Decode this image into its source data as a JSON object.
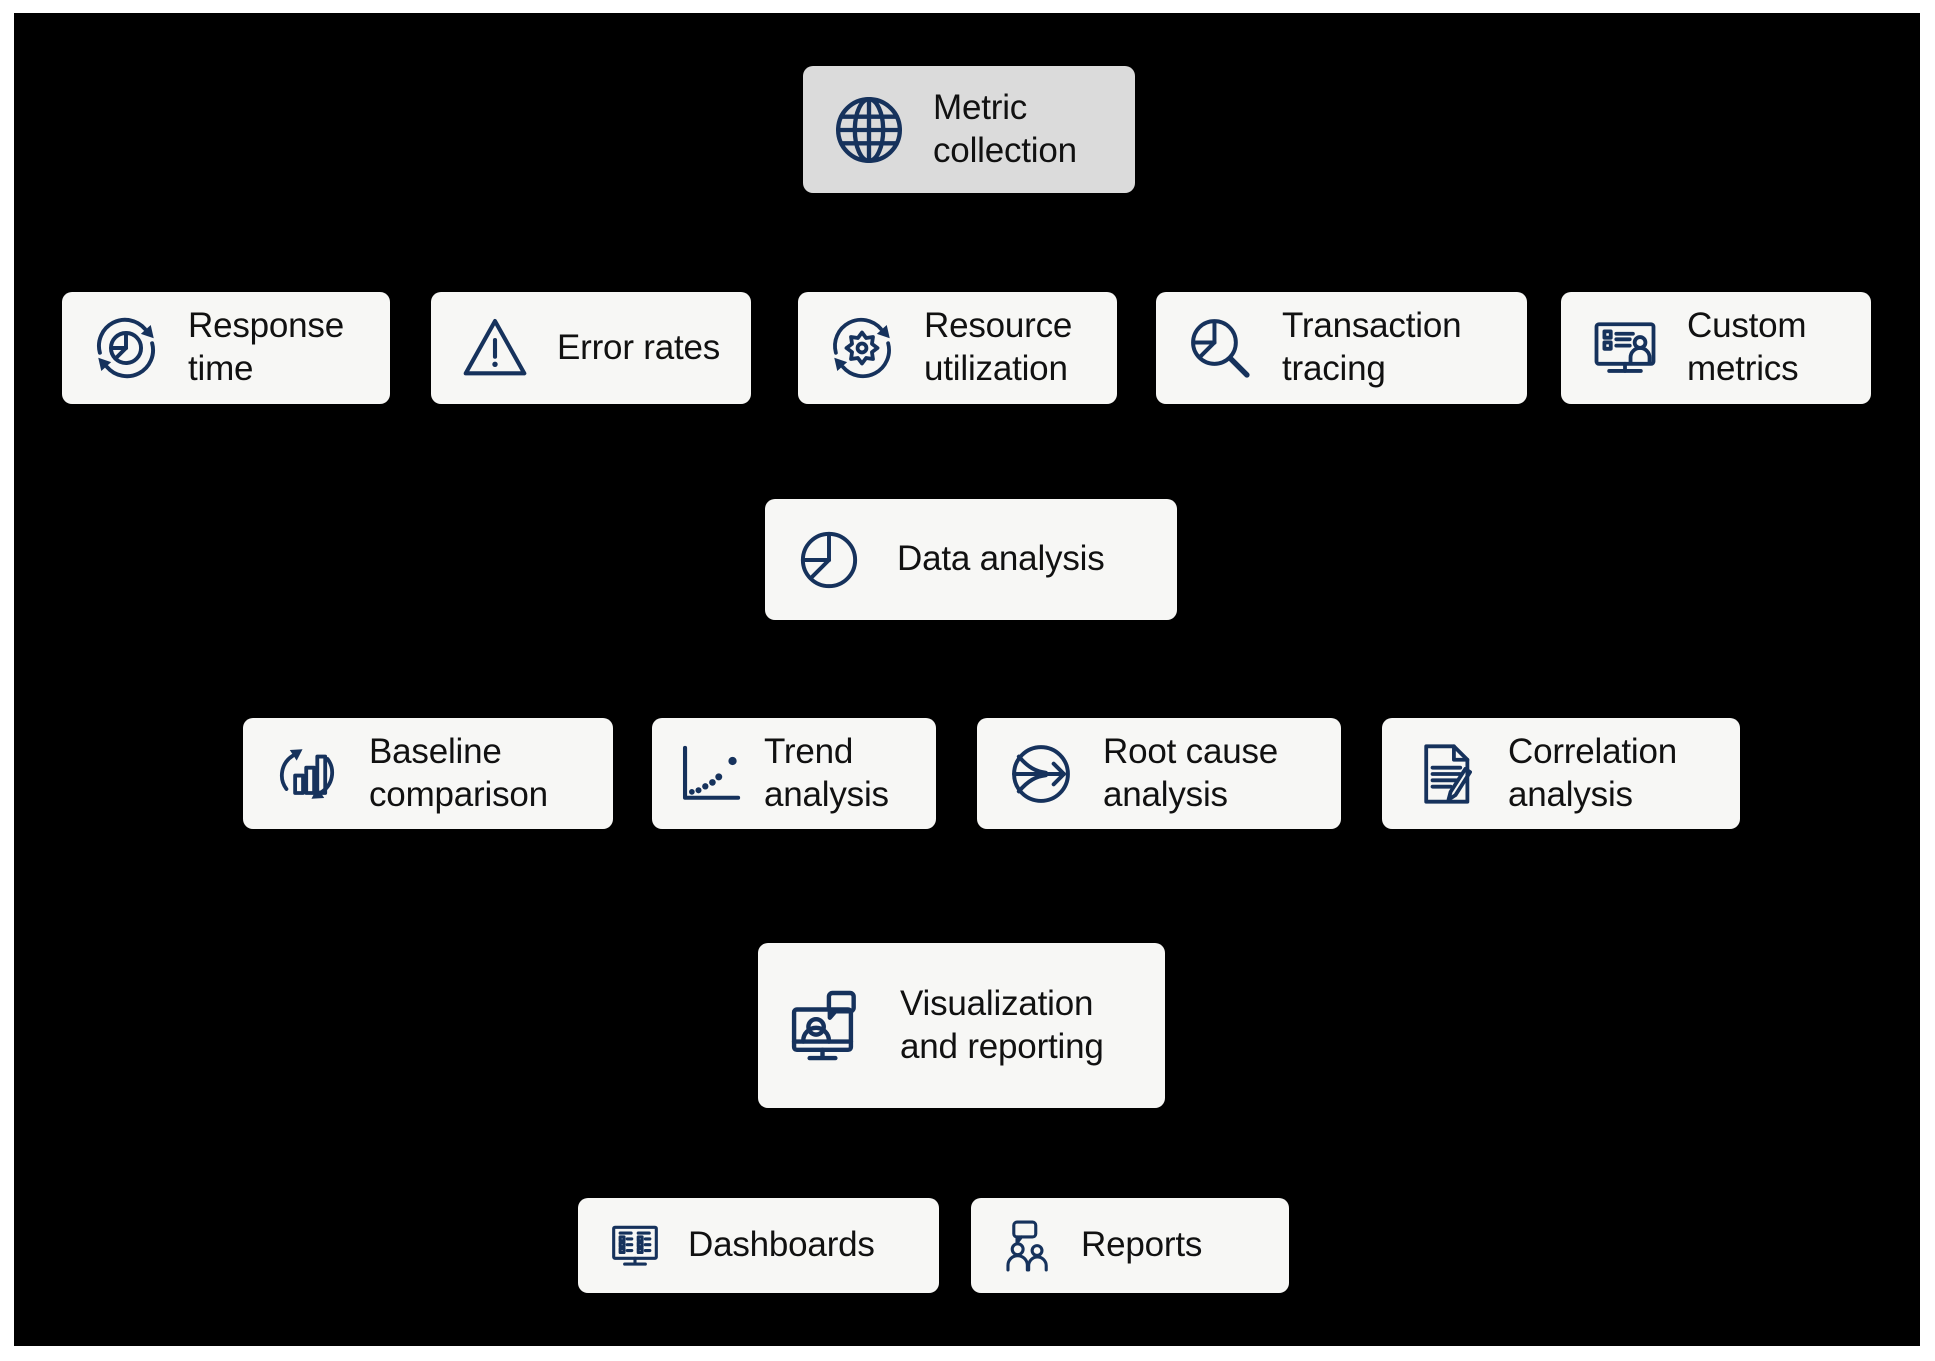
{
  "colors": {
    "background": "#000000",
    "frame": "#ffffff",
    "node_bg": "#f7f7f5",
    "root_node_bg": "#dbdbdb",
    "icon": "#16325c",
    "label": "#111111"
  },
  "nodes": {
    "metric_collection": {
      "label": "Metric collection",
      "icon": "globe-icon"
    },
    "response_time": {
      "label": "Response time",
      "icon": "sync-pie-icon"
    },
    "error_rates": {
      "label": "Error rates",
      "icon": "warning-triangle-icon"
    },
    "resource_utilization": {
      "label": "Resource utilization",
      "icon": "sync-gear-icon"
    },
    "transaction_tracing": {
      "label": "Transaction tracing",
      "icon": "magnifier-pie-icon"
    },
    "custom_metrics": {
      "label": "Custom metrics",
      "icon": "monitor-list-person-icon"
    },
    "data_analysis": {
      "label": "Data analysis",
      "icon": "pie-chart-icon"
    },
    "baseline_comparison": {
      "label": "Baseline comparison",
      "icon": "bar-chart-cycle-icon"
    },
    "trend_analysis": {
      "label": "Trend analysis",
      "icon": "scatter-trend-icon"
    },
    "root_cause_analysis": {
      "label": "Root cause analysis",
      "icon": "merge-arrows-circle-icon"
    },
    "correlation_analysis": {
      "label": "Correlation analysis",
      "icon": "document-pencil-icon"
    },
    "visualization_and_reporting": {
      "label": "Visualization and reporting",
      "icon": "monitor-person-chat-icon"
    },
    "dashboards": {
      "label": "Dashboards",
      "icon": "dashboard-monitor-icon"
    },
    "reports": {
      "label": "Reports",
      "icon": "people-speech-bubble-icon"
    }
  }
}
